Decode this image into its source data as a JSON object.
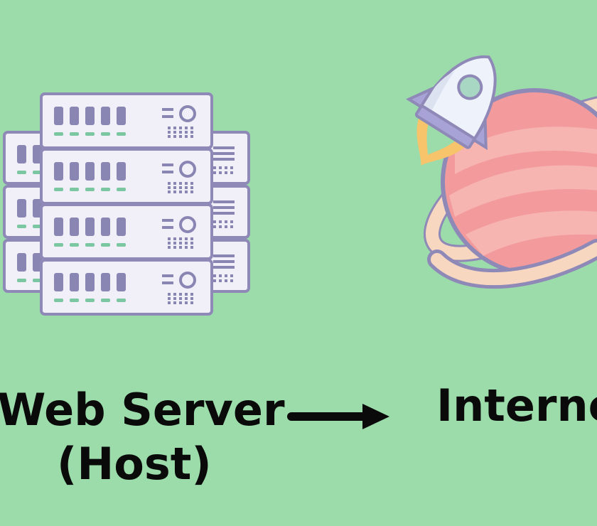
{
  "background_color": "#9bdcaa",
  "nodes": {
    "server": {
      "label_line1": "Web Server",
      "label_line2": "(Host)",
      "icon": "server-rack-icon"
    },
    "internet": {
      "label": "Interne",
      "icon": "planet-rocket-icon"
    }
  },
  "connector": {
    "icon": "arrow-right-icon",
    "color": "#0a0a0a"
  },
  "colors": {
    "server_body": "#f1eff8",
    "server_outline": "#8f89b8",
    "server_bars": "#8a86b3",
    "server_led": "#7ac7a2",
    "planet": "#f39a9c",
    "planet_stripe": "#f7b5b2",
    "planet_ring": "#f7d7c0",
    "rocket_body": "#eef2fb",
    "rocket_fin": "#a8a3d6",
    "flame": "#f7c46b"
  }
}
